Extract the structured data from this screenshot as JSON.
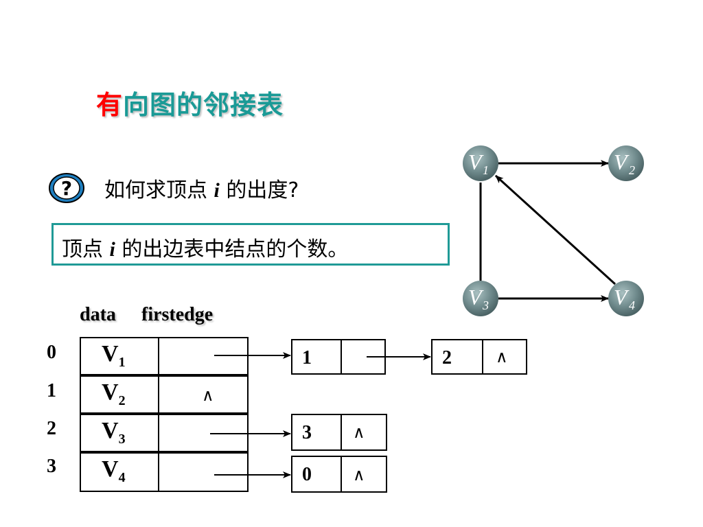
{
  "title": {
    "accent": "有",
    "rest": "向图的邻接表"
  },
  "question": {
    "prefix": "如何求顶点 ",
    "var": "i",
    "suffix": " 的出度?"
  },
  "answer": {
    "prefix": "顶点 ",
    "var": "i",
    "suffix": " 的出边表中结点的个数。"
  },
  "table": {
    "headers": [
      "data",
      "firstedge"
    ],
    "rows": [
      {
        "index": "0",
        "vertex": "V",
        "sub": "1"
      },
      {
        "index": "1",
        "vertex": "V",
        "sub": "2",
        "null": "∧"
      },
      {
        "index": "2",
        "vertex": "V",
        "sub": "3"
      },
      {
        "index": "3",
        "vertex": "V",
        "sub": "4"
      }
    ]
  },
  "edge_nodes": [
    {
      "row": 0,
      "values": [
        "1",
        "2"
      ],
      "end_null": "∧"
    },
    {
      "row": 2,
      "values": [
        "3"
      ],
      "end_null": "∧"
    },
    {
      "row": 3,
      "values": [
        "0"
      ],
      "end_null": "∧"
    }
  ],
  "graph": {
    "nodes": [
      {
        "id": "V1",
        "letter": "V",
        "sub": "1"
      },
      {
        "id": "V2",
        "letter": "V",
        "sub": "2"
      },
      {
        "id": "V3",
        "letter": "V",
        "sub": "3"
      },
      {
        "id": "V4",
        "letter": "V",
        "sub": "4"
      }
    ],
    "edges": [
      {
        "from": "V1",
        "to": "V2"
      },
      {
        "from": "V1",
        "to": "V3"
      },
      {
        "from": "V3",
        "to": "V4"
      },
      {
        "from": "V4",
        "to": "V1"
      }
    ]
  },
  "colors": {
    "title_accent": "#ff0000",
    "title_rest": "#1a9a96",
    "answer_border": "#1f9a96",
    "graph_node": "#6f8a8c"
  }
}
